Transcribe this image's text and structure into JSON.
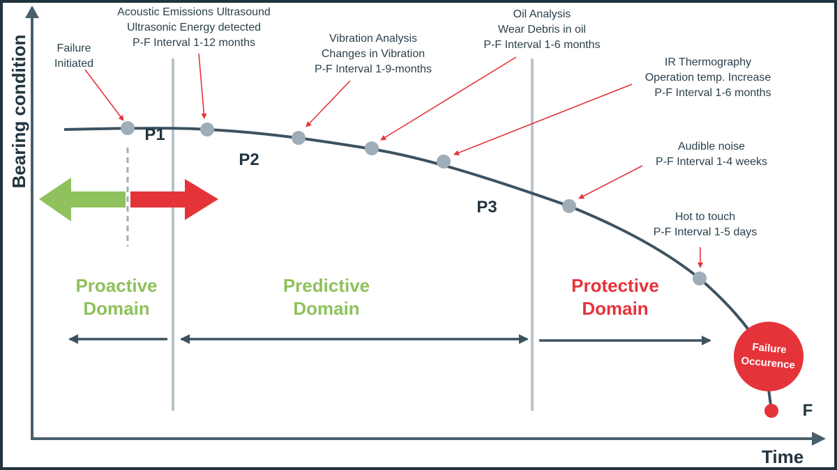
{
  "axes": {
    "y_label": "Bearing condition",
    "x_label": "Time"
  },
  "colors": {
    "curve": "#3d5260",
    "dot": "#9eadb8",
    "divider": "#b9c3c9",
    "red": "#e5333a",
    "green": "#8fc15c",
    "frame": "#21333e"
  },
  "annotations": [
    {
      "lines": [
        "Failure",
        "Initiated"
      ]
    },
    {
      "lines": [
        "Acoustic Emissions Ultrasound",
        "Ultrasonic Energy detected",
        "P-F Interval 1-12 months"
      ]
    },
    {
      "lines": [
        "Vibration Analysis",
        "Changes in Vibration",
        "P-F Interval 1-9-months"
      ]
    },
    {
      "lines": [
        "Oil Analysis",
        "Wear Debris in oil",
        "P-F Interval 1-6 months"
      ]
    },
    {
      "lines": [
        "IR Thermography",
        "Operation temp. Increase",
        "P-F Interval 1-6 months"
      ]
    },
    {
      "lines": [
        "Audible noise",
        "P-F Interval 1-4 weeks"
      ]
    },
    {
      "lines": [
        "Hot to touch",
        "P-F Interval 1-5 days"
      ]
    }
  ],
  "points": [
    "P1",
    "P2",
    "P3",
    "F"
  ],
  "domains": [
    {
      "lines": [
        "Proactive",
        "Domain"
      ]
    },
    {
      "lines": [
        "Predictive",
        "Domain"
      ]
    },
    {
      "lines": [
        "Protective",
        "Domain"
      ]
    }
  ],
  "failure_circle": {
    "lines": [
      "Failure",
      "Occurence"
    ]
  }
}
